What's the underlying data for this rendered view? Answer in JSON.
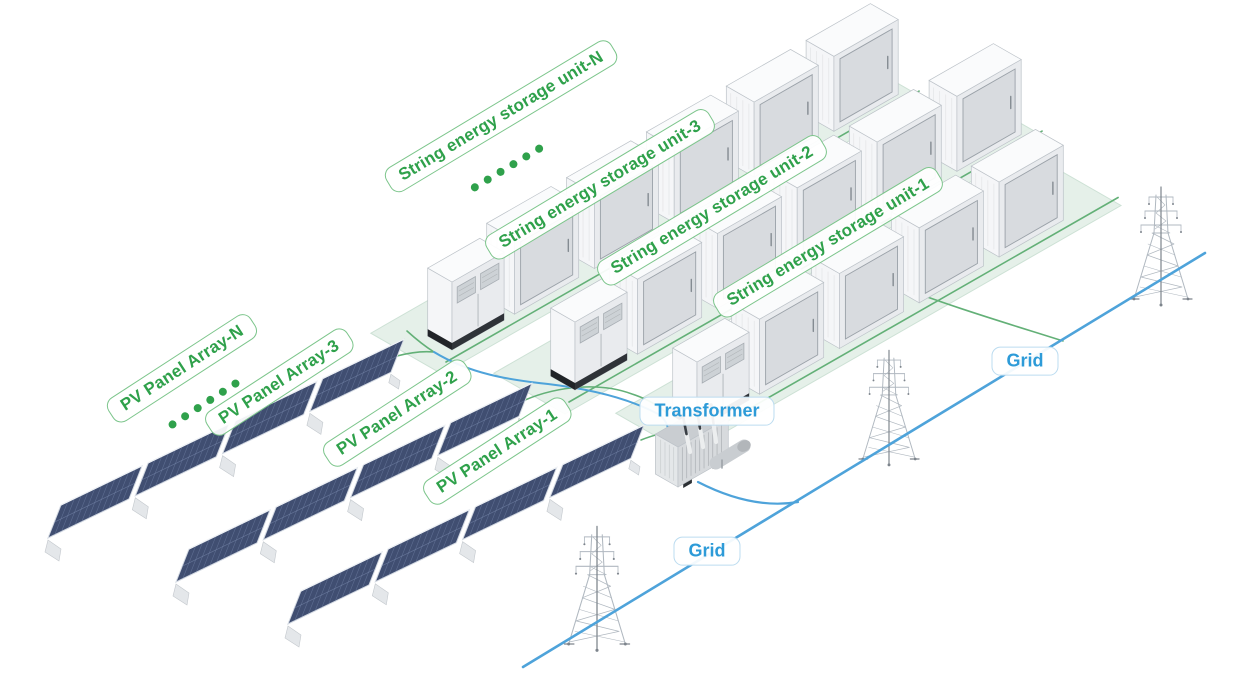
{
  "labels": {
    "storage_units": [
      "String energy storage unit-N",
      "String energy storage unit-3",
      "String energy storage unit-2",
      "String energy storage unit-1"
    ],
    "pv_arrays": [
      "PV Panel Array-N",
      "PV Panel Array-3",
      "PV Panel Array-2",
      "PV Panel Array-1"
    ],
    "transformer": "Transformer",
    "grid_upper": "Grid",
    "grid_lower": "Grid"
  },
  "ellipsis": {
    "count": 6
  },
  "colors": {
    "accent_green": "#2fa14b",
    "pill_border_green": "#7cc58b",
    "line_green": "#63b077",
    "platform": "#e5f0e9",
    "platform_edge": "#cde1d5",
    "accent_blue": "#2d9bd8",
    "pill_border_blue": "#bcdcf0",
    "line_blue": "#4ea3da",
    "panel": "#404e71",
    "panel_grid": "#8fa0c4",
    "panel_frame": "#d3d9e2",
    "cab_front": "#e9ebee",
    "cab_side": "#f5f6f8",
    "cab_top": "#fafbfc",
    "cab_door": "#d8dbdf",
    "cab_stroke": "#bcc2c8",
    "door_stroke": "#9aa1a8",
    "pcs_plinth": "#2f3338",
    "grille": "#cdd2d6",
    "tower": "#b0b8c0",
    "tower_dark": "#7d848c",
    "tx_front": "#d7dadd",
    "tx_side": "#e4e7e9",
    "tx_top": "#c9cdd1",
    "tx_dark": "#3a3f45",
    "mount": "#e4e7ea"
  }
}
